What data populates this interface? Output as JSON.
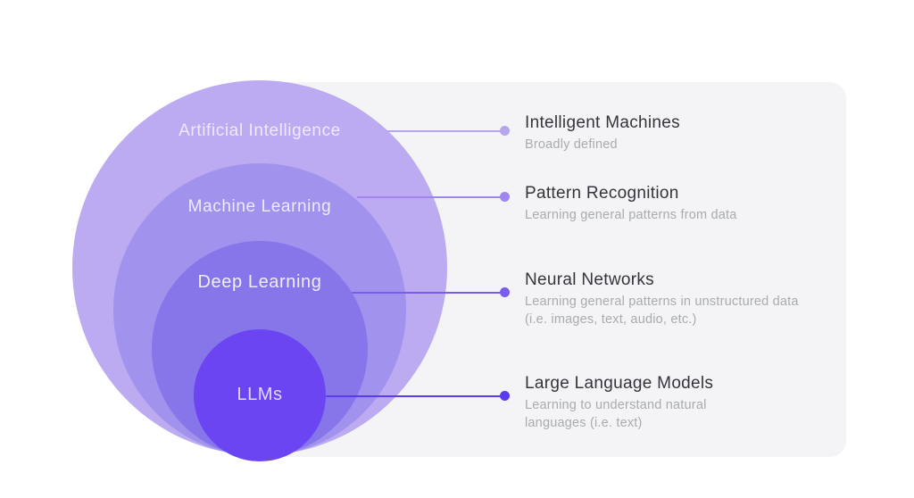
{
  "canvas": {
    "background": "#ffffff",
    "panel_color": "#f4f4f6"
  },
  "diagram": {
    "circles": [
      {
        "id": "artificial-intelligence",
        "label": "Artificial Intelligence",
        "fill": "#bcabf1",
        "label_color": "#efe9fb"
      },
      {
        "id": "machine-learning",
        "label": "Machine Learning",
        "fill": "#a192ee",
        "label_color": "#eeeafb"
      },
      {
        "id": "deep-learning",
        "label": "Deep Learning",
        "fill": "#8676ea",
        "label_color": "#f1eefb"
      },
      {
        "id": "llms",
        "label": "LLMs",
        "fill": "#6a45f1",
        "label_color": "#e3dcf9"
      }
    ]
  },
  "callouts": [
    {
      "title": "Intelligent Machines",
      "subtitle_lines": [
        "Broadly defined"
      ],
      "line_color": "#b7a5ee"
    },
    {
      "title": "Pattern Recognition",
      "subtitle_lines": [
        "Learning general patterns from data"
      ],
      "line_color": "#9f86ec"
    },
    {
      "title": "Neural Networks",
      "subtitle_lines": [
        "Learning general patterns in unstructured data",
        "(i.e. images, text, audio, etc.)"
      ],
      "line_color": "#7b5cf0"
    },
    {
      "title": "Large Language Models",
      "subtitle_lines": [
        "Learning to understand natural",
        "languages (i.e. text)"
      ],
      "line_color": "#5b3bf0"
    }
  ]
}
